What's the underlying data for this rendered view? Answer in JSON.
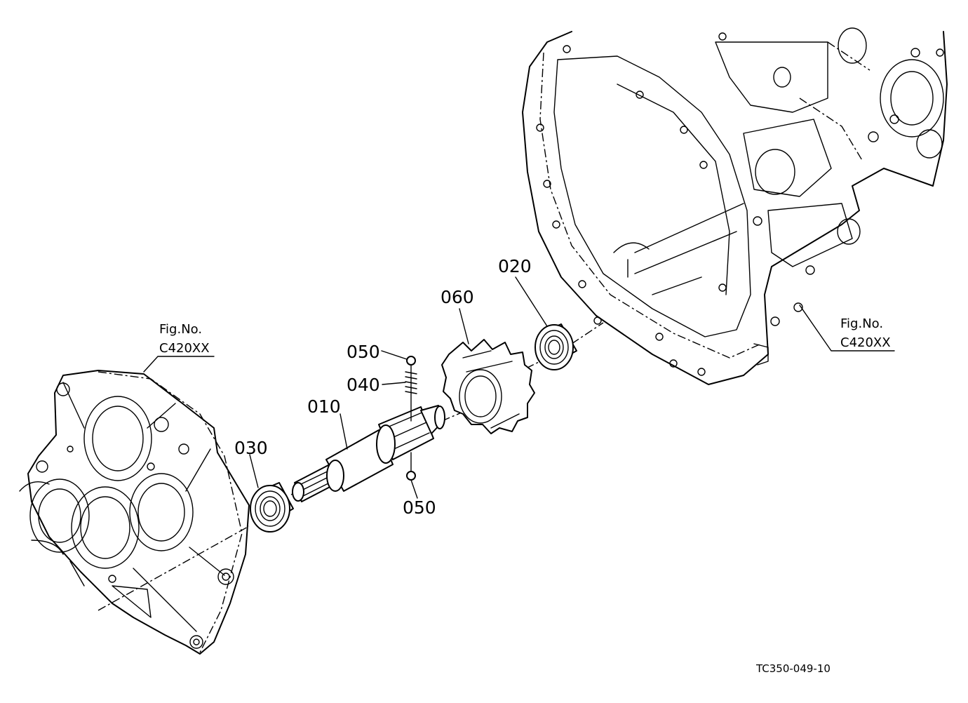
{
  "diagram": {
    "drawing_code": "TC350-049-10",
    "fig_refs": [
      {
        "line1": "Fig.No.",
        "line2": "C420XX"
      },
      {
        "line1": "Fig.No.",
        "line2": "C420XX"
      }
    ],
    "parts": [
      {
        "number": "010"
      },
      {
        "number": "020"
      },
      {
        "number": "030"
      },
      {
        "number": "040"
      },
      {
        "number": "050"
      },
      {
        "number": "050"
      },
      {
        "number": "060"
      }
    ]
  }
}
